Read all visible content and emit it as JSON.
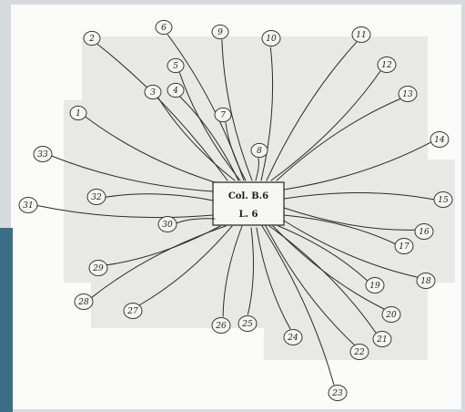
{
  "center_box": {
    "line1": "Col. B.6",
    "line2": "L. 6"
  },
  "nodes": [
    {
      "id": "1",
      "label": "1"
    },
    {
      "id": "2",
      "label": "2"
    },
    {
      "id": "3",
      "label": "3"
    },
    {
      "id": "4",
      "label": "4"
    },
    {
      "id": "5",
      "label": "5"
    },
    {
      "id": "6",
      "label": "6"
    },
    {
      "id": "7",
      "label": "7"
    },
    {
      "id": "8",
      "label": "8"
    },
    {
      "id": "9",
      "label": "9"
    },
    {
      "id": "10",
      "label": "10"
    },
    {
      "id": "11",
      "label": "11"
    },
    {
      "id": "12",
      "label": "12"
    },
    {
      "id": "13",
      "label": "13"
    },
    {
      "id": "14",
      "label": "14"
    },
    {
      "id": "15",
      "label": "15"
    },
    {
      "id": "16",
      "label": "16"
    },
    {
      "id": "17",
      "label": "17"
    },
    {
      "id": "18",
      "label": "18"
    },
    {
      "id": "19",
      "label": "19"
    },
    {
      "id": "20",
      "label": "20"
    },
    {
      "id": "21",
      "label": "21"
    },
    {
      "id": "22",
      "label": "22"
    },
    {
      "id": "23",
      "label": "23"
    },
    {
      "id": "24",
      "label": "24"
    },
    {
      "id": "25",
      "label": "25"
    },
    {
      "id": "26",
      "label": "26"
    },
    {
      "id": "27",
      "label": "27"
    },
    {
      "id": "28",
      "label": "28"
    },
    {
      "id": "29",
      "label": "29"
    },
    {
      "id": "30",
      "label": "30"
    },
    {
      "id": "31",
      "label": "31"
    },
    {
      "id": "32",
      "label": "32"
    },
    {
      "id": "33",
      "label": "33"
    }
  ]
}
